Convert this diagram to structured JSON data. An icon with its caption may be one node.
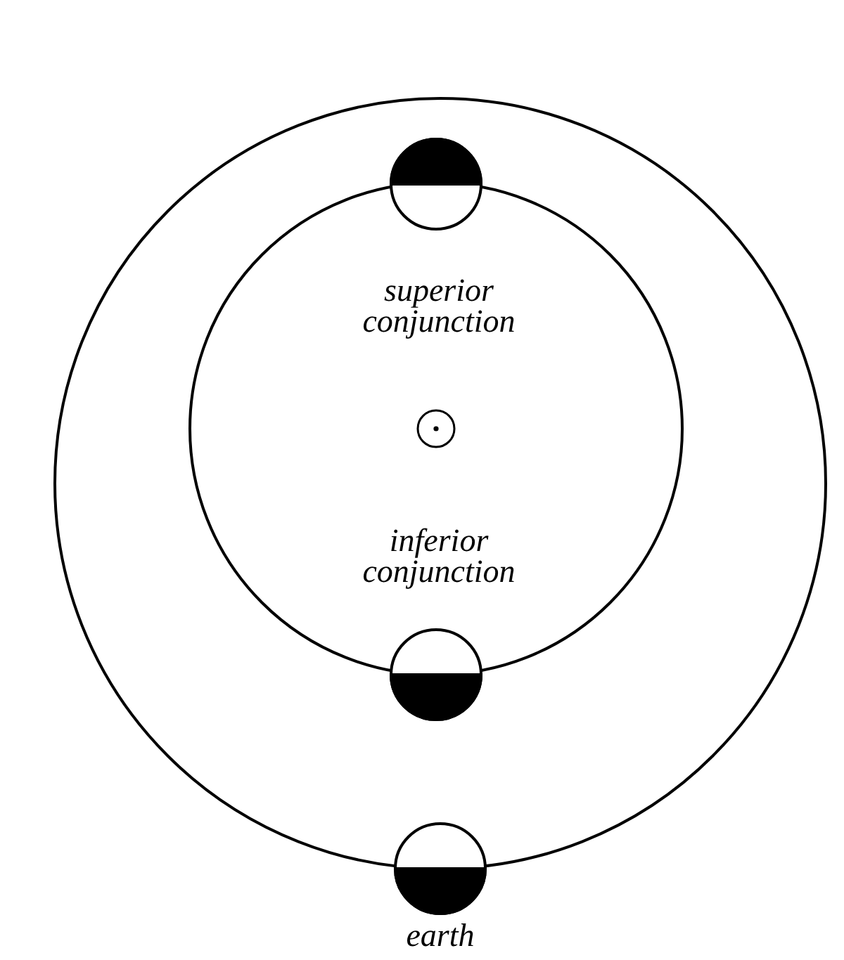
{
  "diagram": {
    "labels": [
      "superior conjunction",
      "inferior conjunction",
      "earth"
    ]
  }
}
